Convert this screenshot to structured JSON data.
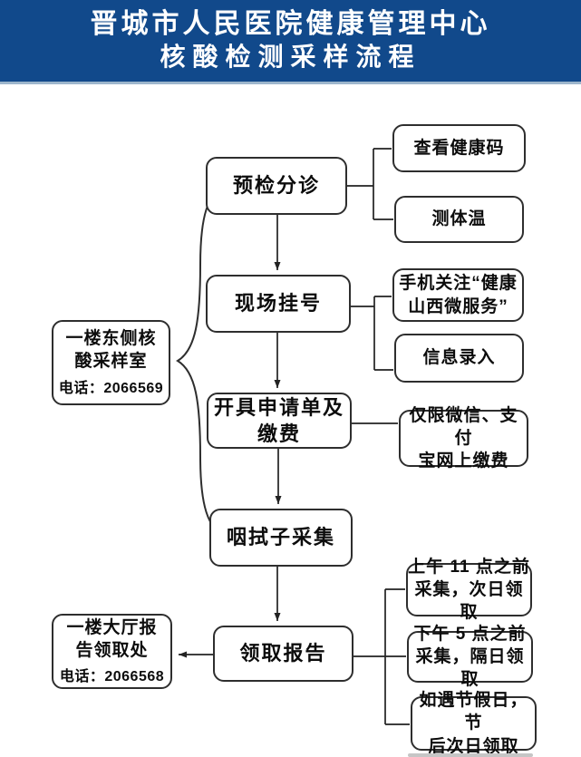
{
  "header": {
    "title_line1": "晋城市人民医院健康管理中心",
    "title_line2": "核酸检测采样流程"
  },
  "main_flow": {
    "steps": [
      "预检分诊",
      "现场挂号",
      "开具申请单及\n缴费",
      "咽拭子采集",
      "领取报告"
    ]
  },
  "side_notes": {
    "triage": [
      "查看健康码",
      "测体温"
    ],
    "registration": [
      "手机关注“健康\n山西微服务”",
      "信息录入"
    ],
    "payment": "仅限微信、支付\n宝网上缴费",
    "report_pickup": [
      "上午 11 点之前\n采集，次日领取",
      "下午 5 点之前\n采集，隔日领取",
      "如遇节假日，节\n后次日领取"
    ]
  },
  "locations": {
    "sampling_room": {
      "name": "一楼东侧核\n酸采样室",
      "phone": "电话：2066569"
    },
    "report_desk": {
      "name": "一楼大厅报\n告领取处",
      "phone": "电话：2066568"
    }
  },
  "colors": {
    "header_bg": "#11498b",
    "header_text": "#ffffff",
    "box_border": "#2e2e2e",
    "line": "#222222",
    "page_bg": "#ffffff"
  }
}
